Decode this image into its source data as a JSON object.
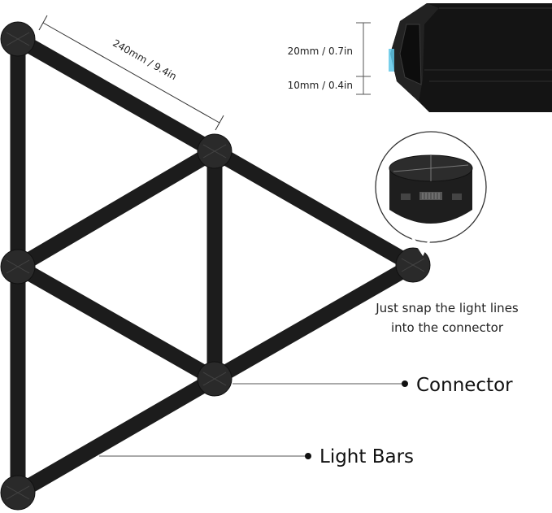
{
  "dimensions": {
    "length": "240mm / 9.4in",
    "height": "20mm / 0.7in",
    "width": "10mm / 0.4in"
  },
  "callout": {
    "line1": "Just snap the light lines",
    "line2": "into the connector"
  },
  "labels": {
    "connector": "Connector",
    "light_bars": "Light Bars"
  },
  "colors": {
    "bar": "#1c1c1c",
    "connector": "#2a2a2a",
    "leader_line": "#555555"
  }
}
